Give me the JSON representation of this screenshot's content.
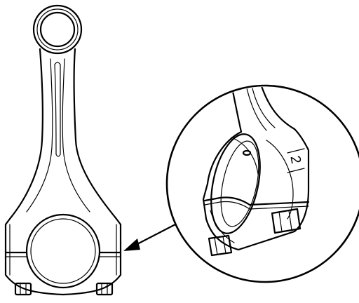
{
  "detail": {
    "side_mark": "2"
  },
  "colors": {
    "ink": "#000000",
    "paper": "#ffffff"
  },
  "icons": [
    "connecting-rod-drawing",
    "callout-arrow",
    "detail-magnifier-circle"
  ]
}
